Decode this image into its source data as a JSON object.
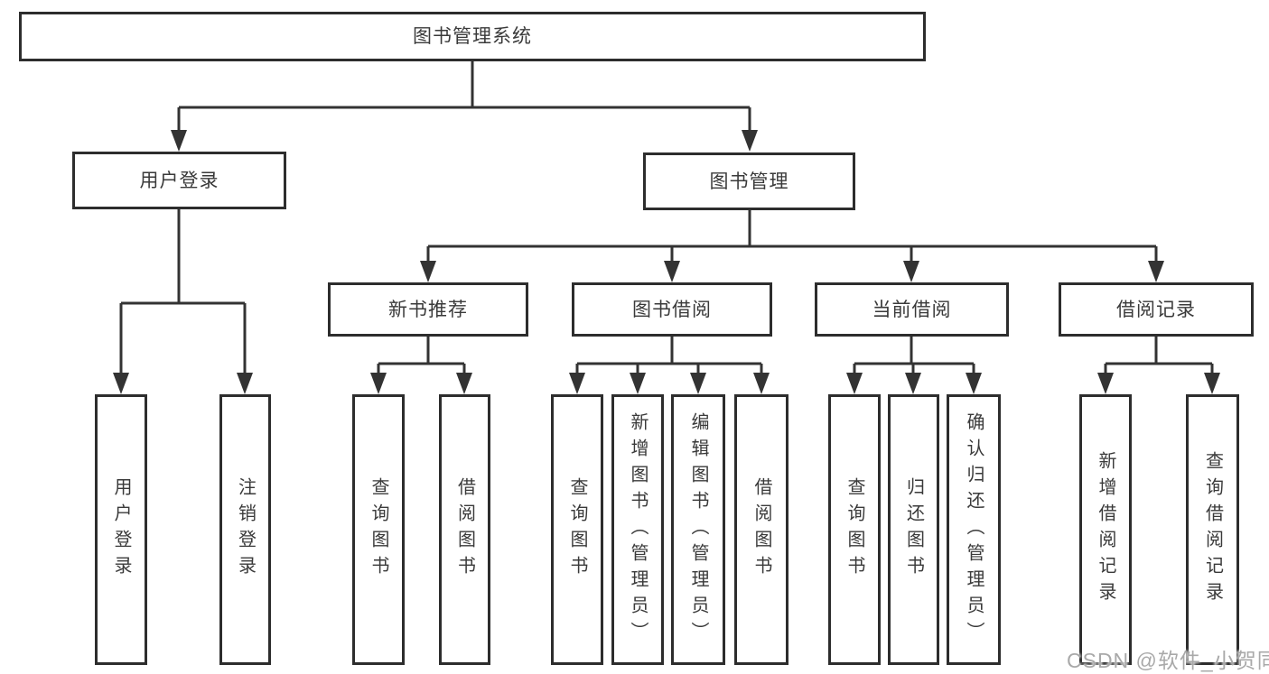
{
  "diagram": {
    "root": {
      "label": "图书管理系统"
    },
    "level2": [
      {
        "label": "用户登录"
      },
      {
        "label": "图书管理"
      }
    ],
    "level3": [
      {
        "label": "新书推荐"
      },
      {
        "label": "图书借阅"
      },
      {
        "label": "当前借阅"
      },
      {
        "label": "借阅记录"
      }
    ],
    "leaves": [
      {
        "label": "用户登录"
      },
      {
        "label": "注销登录"
      },
      {
        "label": "查询图书"
      },
      {
        "label": "借阅图书"
      },
      {
        "label": "查询图书"
      },
      {
        "label": "新增图书（管理员）"
      },
      {
        "label": "编辑图书（管理员）"
      },
      {
        "label": "借阅图书"
      },
      {
        "label": "查询图书"
      },
      {
        "label": "归还图书"
      },
      {
        "label": "确认归还（管理员）"
      },
      {
        "label": "新增借阅记录"
      },
      {
        "label": "查询借阅记录"
      }
    ],
    "colors": {
      "line": "#333333",
      "box_border": "#2d2d2d",
      "text": "#3a3a3a",
      "watermark": "#a9a9a9",
      "background": "#ffffff"
    }
  },
  "watermark": {
    "text": "CSDN @软件_小贺同学"
  }
}
